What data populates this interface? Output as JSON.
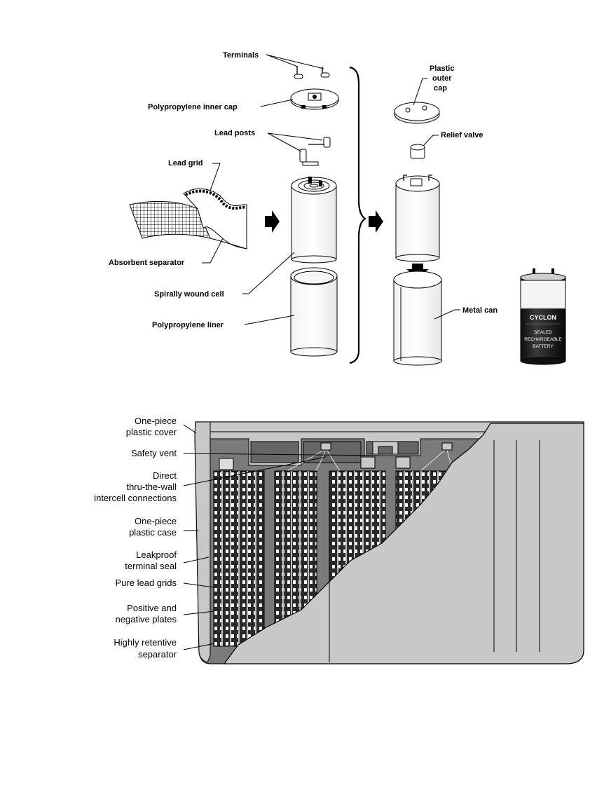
{
  "top_diagram": {
    "labels": {
      "terminals": "Terminals",
      "inner_cap": "Polypropylene inner cap",
      "lead_posts": "Lead posts",
      "lead_grid": "Lead grid",
      "separator": "Absorbent separator",
      "wound_cell": "Spirally wound cell",
      "liner": "Polypropylene liner",
      "outer_cap_1": "Plastic",
      "outer_cap_2": "outer",
      "outer_cap_3": "cap",
      "relief_valve": "Relief  valve",
      "metal_can": "Metal can"
    },
    "battery": {
      "brand": "CYCLON",
      "line1": "SEALED",
      "line2": "RECHARGEABLE",
      "line3": "BATTERY"
    }
  },
  "bottom_diagram": {
    "labels": {
      "cover_1": "One-piece",
      "cover_2": "plastic cover",
      "vent": "Safety vent",
      "intercell_1": "Direct",
      "intercell_2": "thru-the-wall",
      "intercell_3": "intercell connections",
      "case_1": "One-piece",
      "case_2": "plastic case",
      "seal_1": "Leakproof",
      "seal_2": "terminal seal",
      "grids": "Pure lead grids",
      "plates_1": "Positive and",
      "plates_2": "negative plates",
      "retentive_1": "Highly retentive",
      "retentive_2": "separator"
    }
  }
}
